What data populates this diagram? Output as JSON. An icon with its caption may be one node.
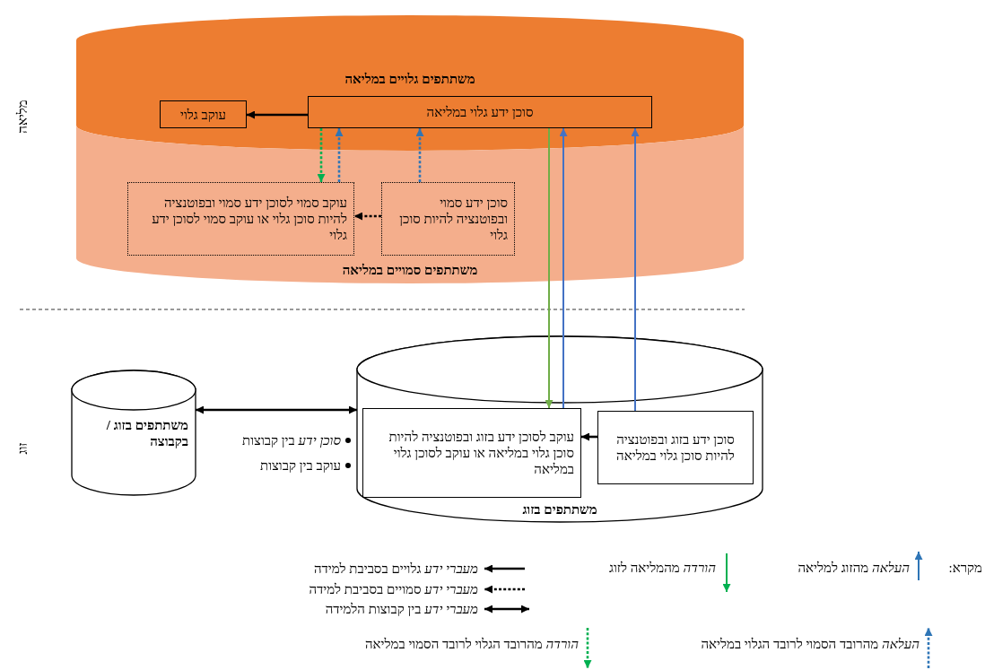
{
  "diagram": {
    "nodes": [
      {
        "text": [
          "משתתפים גלויים במליאה"
        ]
      },
      {
        "text": [
          "סוכן ידע גלוי במליאה"
        ],
        "in": 0
      },
      {
        "text": [
          "עוקב גלוי"
        ],
        "in": 0
      },
      {
        "text": [
          "משתתפים סמויים במליאה"
        ]
      },
      {
        "text": [
          "עוקב סמוי לסוכן ידע סמוי ובפוטנציה להיות סוכן גלוי או עוקב סמוי לסוכן ידע גלוי"
        ],
        "in": 3
      },
      {
        "text": [
          "סוכן ידע סמוי ובפוטנציה להיות סוכן גלוי"
        ],
        "in": 3
      },
      {
        "text": [
          "משתתפים בזוג"
        ]
      },
      {
        "text": [
          "עוקב לסוכן ידע בזוג ובפוטנציה להיות סוכן גלוי במליאה או עוקב לסוכן גלוי במליאה"
        ],
        "in": 6
      },
      {
        "text": [
          "סוכן ידע בזוג ובפוטנציה להיות סוכן גלוי במליאה"
        ],
        "in": 6
      },
      {
        "text": [
          "משתתפים בזוג / בקבוצה"
        ]
      }
    ],
    "edges": [
      {
        "from": 1,
        "to": 2,
        "arrow": "to"
      },
      {
        "from": 1,
        "to": 4,
        "arrow": "to",
        "style": "dashed",
        "color": "#00b050"
      },
      {
        "from": 4,
        "to": 1,
        "arrow": "to",
        "style": "dashed",
        "color": "#2e75b6"
      },
      {
        "from": 5,
        "to": 1,
        "arrow": "to",
        "style": "dashed",
        "color": "#2e75b6"
      },
      {
        "from": 5,
        "to": 4,
        "arrow": "to",
        "style": "dashed"
      },
      {
        "from": 1,
        "to": 7,
        "arrow": "to",
        "color": "#70ad47"
      },
      {
        "from": 7,
        "to": 1,
        "arrow": "to",
        "color": "#4472c4"
      },
      {
        "from": 8,
        "to": 1,
        "arrow": "to",
        "color": "#4472c4"
      },
      {
        "from": 8,
        "to": 7,
        "arrow": "to"
      },
      {
        "from": 9,
        "to": 6,
        "arrow": "both"
      }
    ],
    "labels": [
      "מליאה",
      "זוג",
      "*סוכן ידע* בין קבוצות",
      "עוקב בין קבוצות",
      "מקרא:"
    ],
    "legend": [
      {
        "text": "*העלאה* מהזוג למליאה"
      },
      {
        "text": "*הורדה* מהמליאה לזוג"
      },
      {
        "text": "*מעברי ידע* גלויים בסביבת למידה"
      },
      {
        "text": "*מעברי ידע* סמויים בסביבת למידה"
      },
      {
        "text": "*מעברי ידע* בין קבוצות הלמידה"
      },
      {
        "text": "*העלאה* מהרובד הסמוי לרובד הגלוי במליאה"
      },
      {
        "text": "*הורדה* מהרובד הגלוי לרובד הסמוי במליאה"
      }
    ]
  }
}
